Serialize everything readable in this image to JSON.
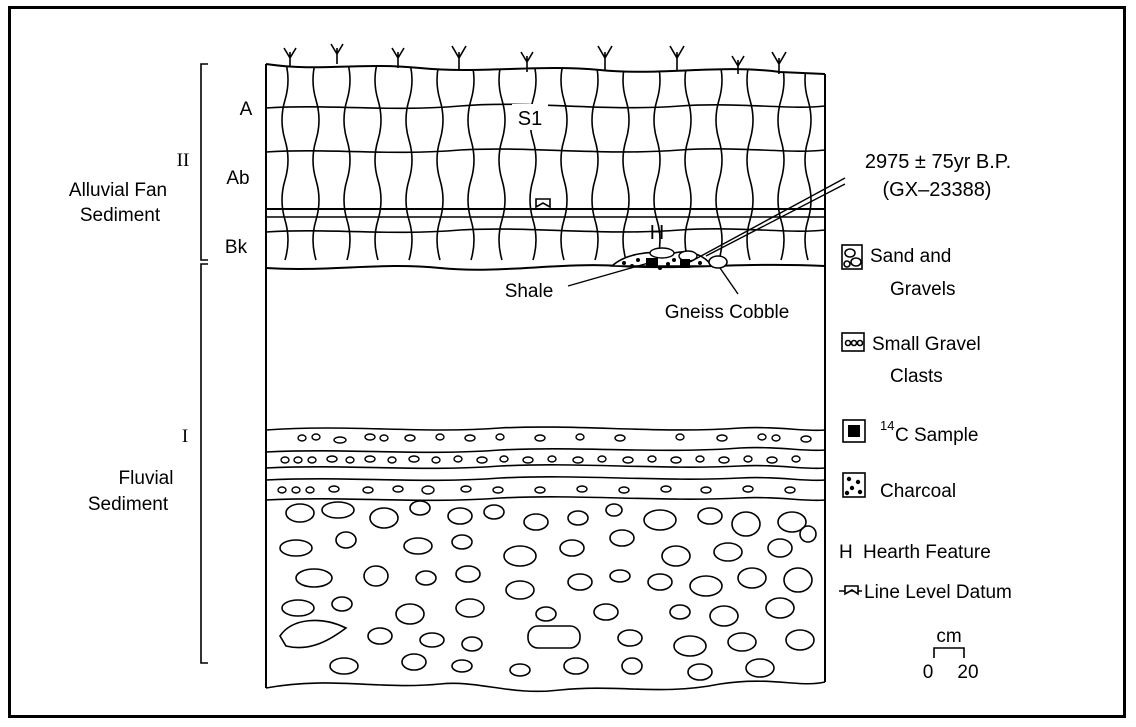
{
  "units": {
    "unit2": {
      "numeral": "II",
      "line1": "Alluvial Fan",
      "line2": "Sediment"
    },
    "unit1": {
      "numeral": "I",
      "line1": "Fluvial",
      "line2": "Sediment"
    }
  },
  "horizons": {
    "a": "A",
    "ab": "Ab",
    "bk": "Bk"
  },
  "labels": {
    "soil": "S1",
    "hearth_symbol": "H",
    "date": "2975 ± 75yr B.P.",
    "lab_no": "(GX–23388)",
    "shale": "Shale",
    "gneiss": "Gneiss Cobble"
  },
  "legend": {
    "sand_gravels_1": "Sand and",
    "sand_gravels_2": "Gravels",
    "small_gravel_1": "Small Gravel",
    "small_gravel_2": "Clasts",
    "c14_sup": "14",
    "c14_rest": "C Sample",
    "charcoal": "Charcoal",
    "hearth_key": "H",
    "hearth": "Hearth Feature",
    "datum": "Line Level Datum"
  },
  "scale": {
    "unit": "cm",
    "min": "0",
    "max": "20"
  }
}
